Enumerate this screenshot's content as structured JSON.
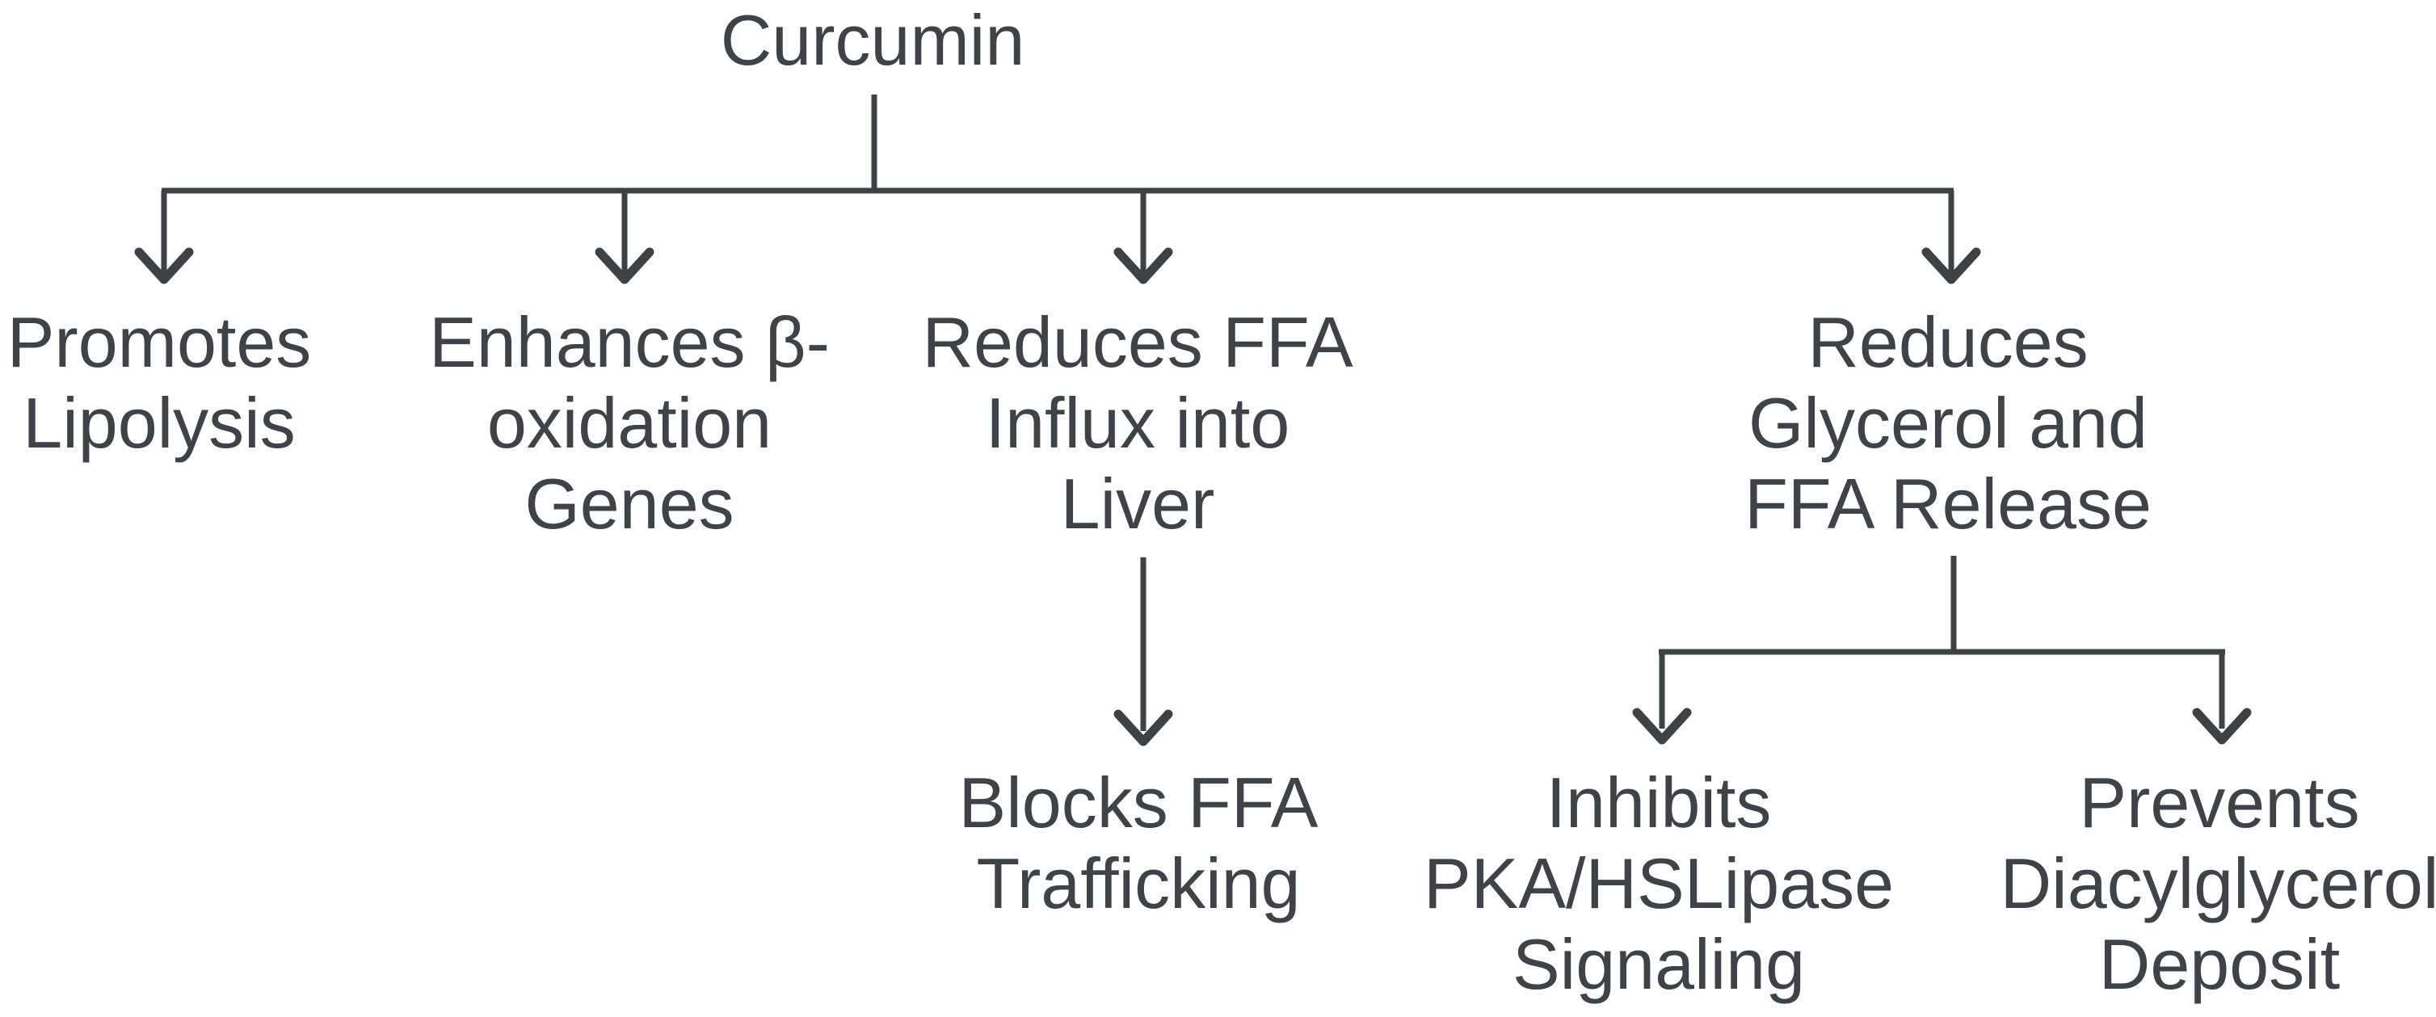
{
  "diagram": {
    "type": "tree-flowchart",
    "background_color": "#ffffff",
    "line_color": "#3f4245",
    "text_color": "#3f4347",
    "root": {
      "label": "Curcumin"
    },
    "level1": [
      {
        "id": "promotes-lipolysis",
        "label": "Promotes\nLipolysis"
      },
      {
        "id": "enhances-beta-oxidation-genes",
        "label": "Enhances β-\noxidation\nGenes"
      },
      {
        "id": "reduces-ffa-influx-into-liver",
        "label": "Reduces FFA\nInflux into\nLiver"
      },
      {
        "id": "reduces-glycerol-and-ffa-release",
        "label": "Reduces\nGlycerol and\nFFA Release"
      }
    ],
    "level2": [
      {
        "id": "blocks-ffa-trafficking",
        "parent": "reduces-ffa-influx-into-liver",
        "label": "Blocks FFA\nTrafficking"
      },
      {
        "id": "inhibits-pka-hslipase-signaling",
        "parent": "reduces-glycerol-and-ffa-release",
        "label": "Inhibits\nPKA/HSLipase\nSignaling"
      },
      {
        "id": "prevents-diacylglycerol-deposit",
        "parent": "reduces-glycerol-and-ffa-release",
        "label": "Prevents\nDiacylglycerol\nDeposit"
      }
    ]
  }
}
